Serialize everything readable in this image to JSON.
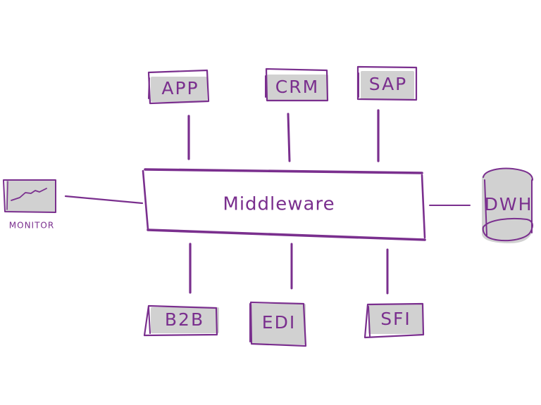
{
  "diagram": {
    "center": {
      "label": "Middleware"
    },
    "top_nodes": [
      {
        "label": "APP"
      },
      {
        "label": "CRM"
      },
      {
        "label": "SAP"
      }
    ],
    "bottom_nodes": [
      {
        "label": "B2B"
      },
      {
        "label": "EDI"
      },
      {
        "label": "SFI"
      }
    ],
    "left_node": {
      "label": "MONITOR",
      "icon": "monitor-chart-icon"
    },
    "right_node": {
      "label": "DWH",
      "icon": "database-cylinder-icon"
    },
    "colors": {
      "stroke": "#7a2f8e",
      "box_fill": "#cfcfcf",
      "background": "#ffffff"
    }
  }
}
